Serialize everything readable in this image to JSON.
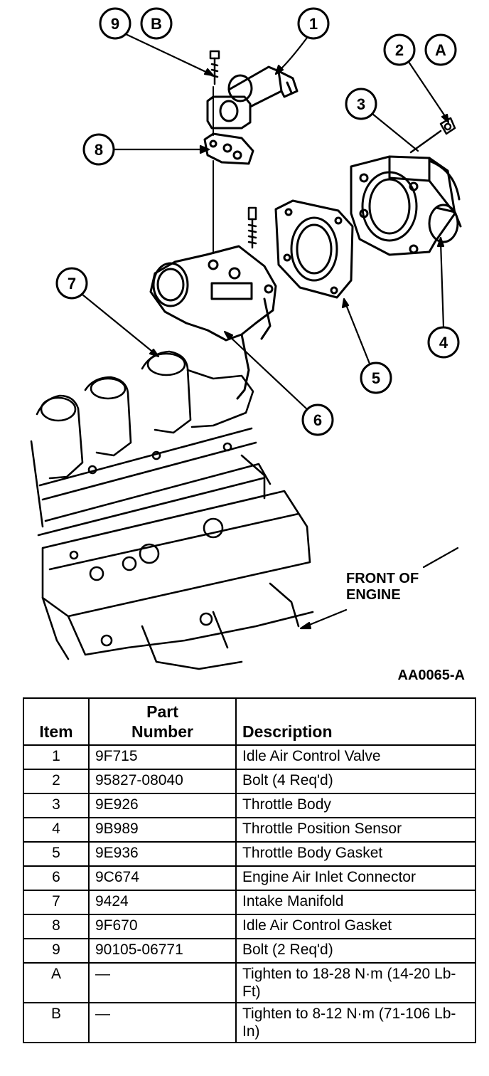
{
  "figure_id": "AA0065-A",
  "front_label": [
    "FRONT OF",
    "ENGINE"
  ],
  "callouts": {
    "c1": "1",
    "c2": "2",
    "cA": "A",
    "c3": "3",
    "c4": "4",
    "c5": "5",
    "c6": "6",
    "c7": "7",
    "c8": "8",
    "c9": "9",
    "cB": "B"
  },
  "table": {
    "headers": {
      "item": "Item",
      "part_line1": "Part",
      "part_line2": "Number",
      "description": "Description"
    },
    "rows": [
      {
        "item": "1",
        "part": "9F715",
        "desc": "Idle Air Control Valve"
      },
      {
        "item": "2",
        "part": "95827-08040",
        "desc": "Bolt (4 Req'd)"
      },
      {
        "item": "3",
        "part": "9E926",
        "desc": "Throttle Body"
      },
      {
        "item": "4",
        "part": "9B989",
        "desc": "Throttle Position Sensor"
      },
      {
        "item": "5",
        "part": "9E936",
        "desc": "Throttle Body Gasket"
      },
      {
        "item": "6",
        "part": "9C674",
        "desc": "Engine Air Inlet Connector"
      },
      {
        "item": "7",
        "part": "9424",
        "desc": "Intake Manifold"
      },
      {
        "item": "8",
        "part": "9F670",
        "desc": "Idle Air Control Gasket"
      },
      {
        "item": "9",
        "part": "90105-06771",
        "desc": "Bolt (2 Req'd)"
      },
      {
        "item": "A",
        "part": "—",
        "desc": "Tighten to 18-28 N·m (14-20 Lb-Ft)"
      },
      {
        "item": "B",
        "part": "—",
        "desc": "Tighten to 8-12 N·m (71-106 Lb-In)"
      }
    ]
  }
}
